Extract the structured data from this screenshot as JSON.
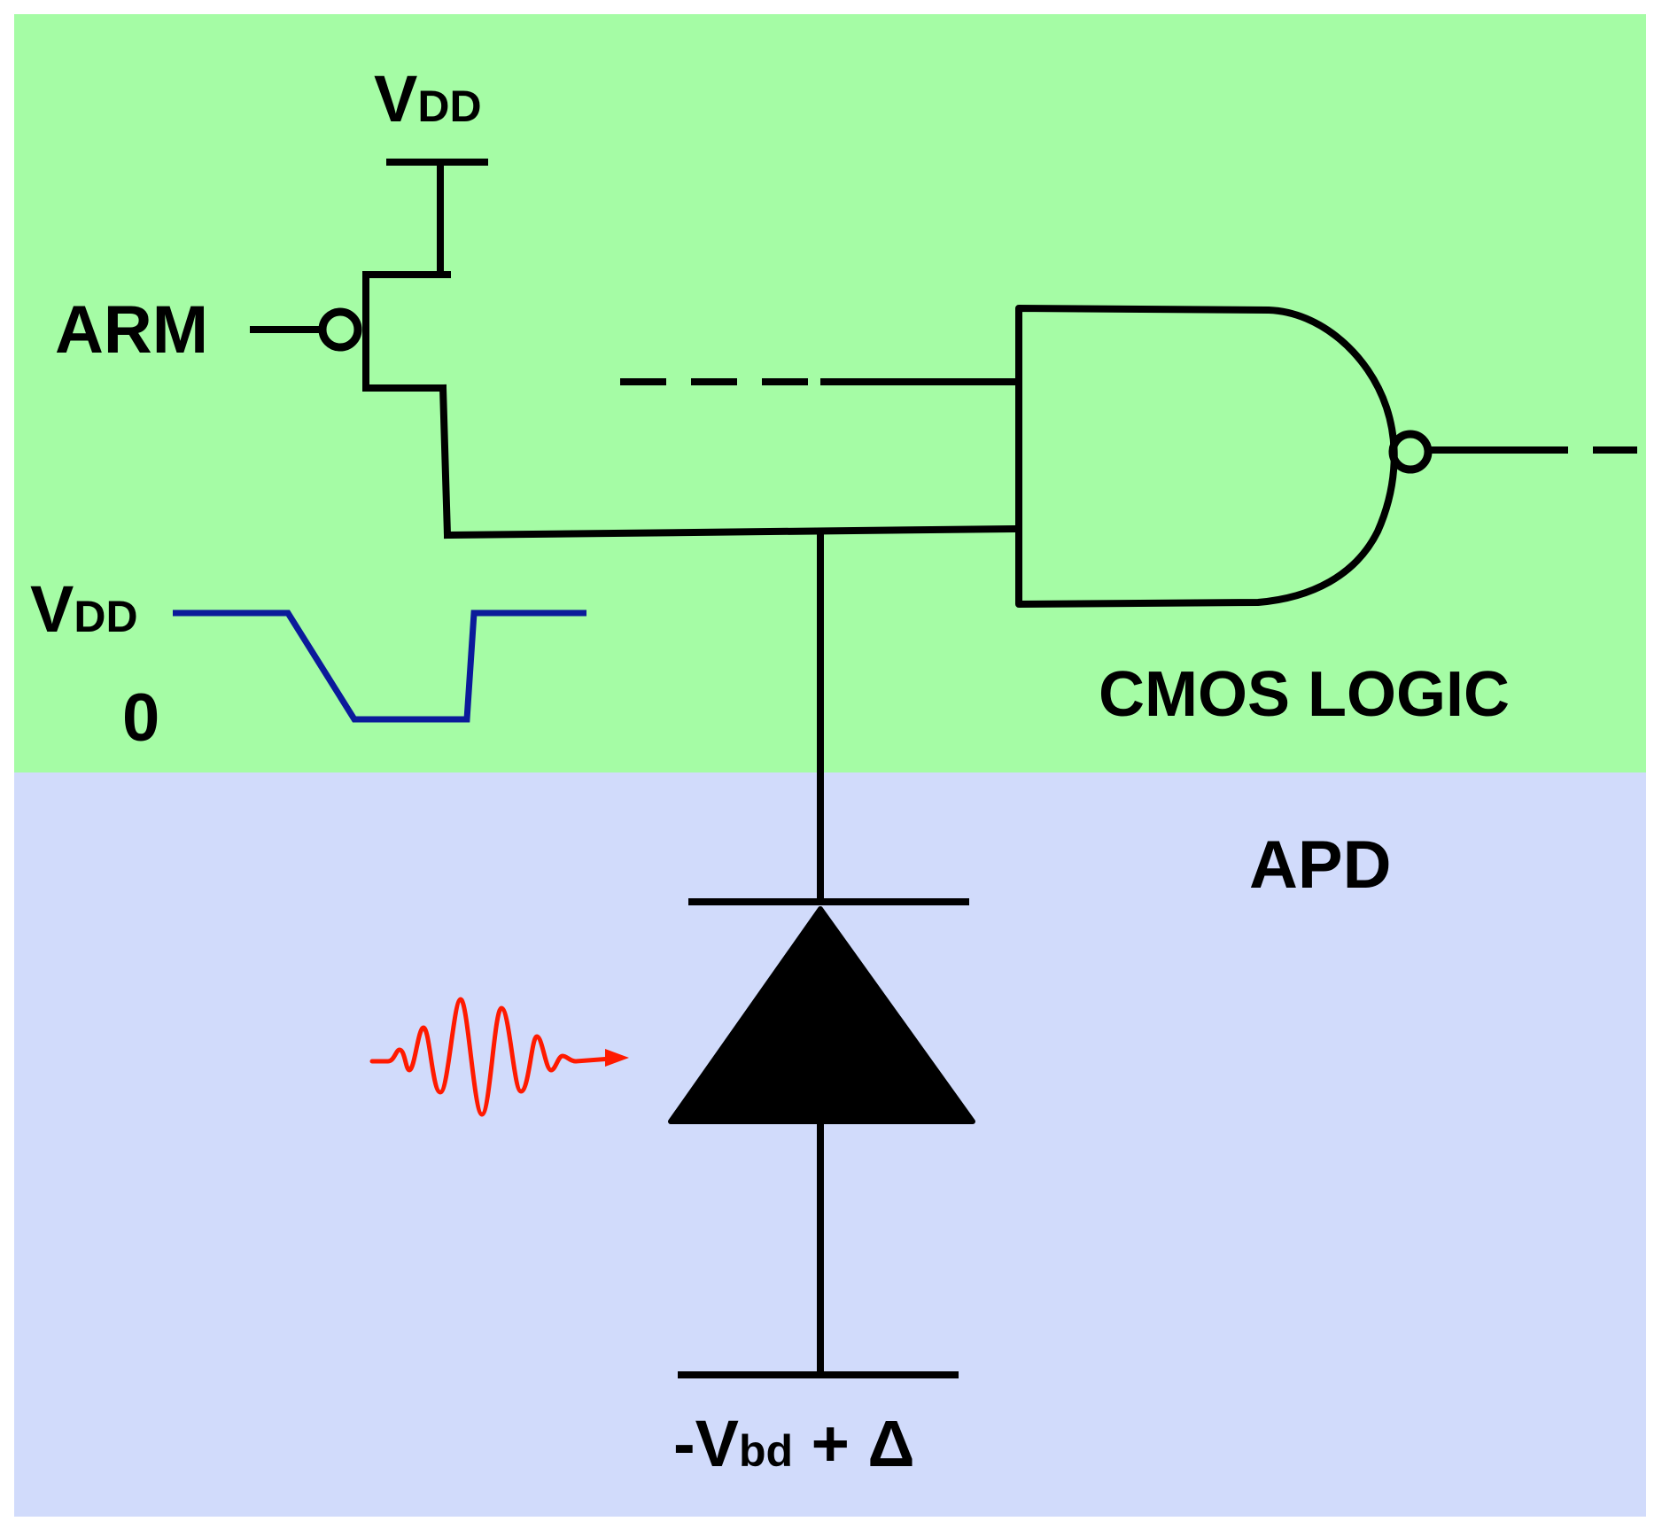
{
  "regions": {
    "cmos": {
      "label": "CMOS LOGIC",
      "color": "#a5fca5"
    },
    "apd": {
      "label": "APD",
      "color": "#d1dbfb"
    }
  },
  "labels": {
    "vdd_top": {
      "main": "V",
      "sub": "DD"
    },
    "arm": "ARM",
    "vdd_wave": {
      "main": "V",
      "sub": "DD"
    },
    "zero": "0",
    "bias": {
      "prefix": "-V",
      "sub": "bd",
      "suffix": " + Δ"
    }
  },
  "colors": {
    "wire": "#000000",
    "waveform": "#0b1a9a",
    "photon": "#ff1a00"
  }
}
